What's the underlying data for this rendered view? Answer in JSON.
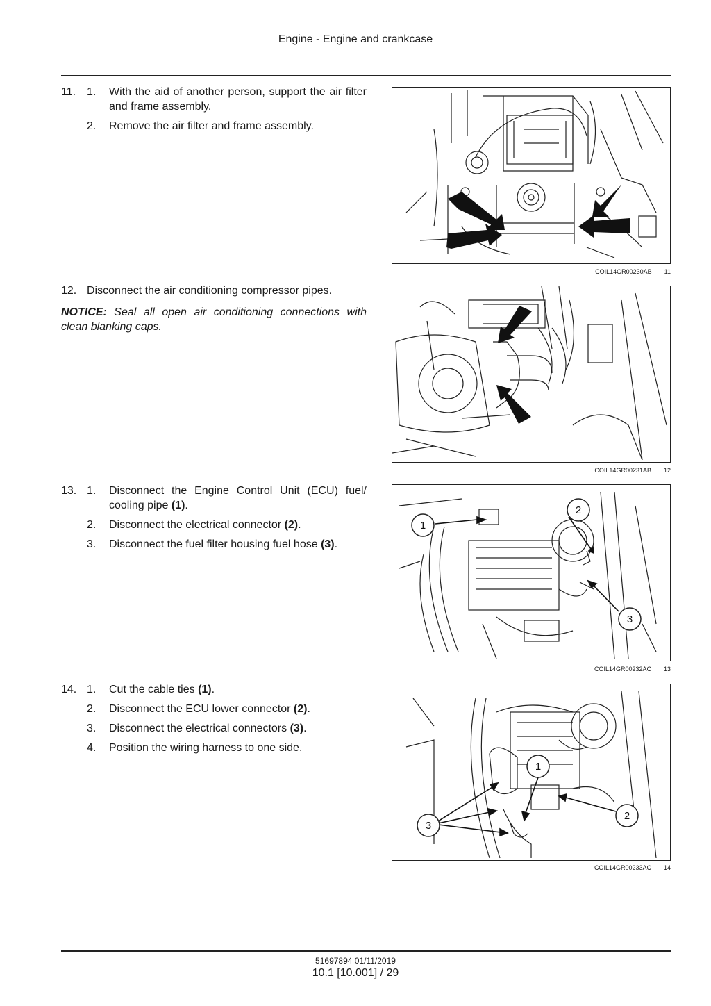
{
  "header": {
    "title": "Engine - Engine and crankcase"
  },
  "steps": [
    {
      "number": "11.",
      "substeps": [
        {
          "sub": "1.",
          "pre": "With the aid of another person, support the air filter and frame assembly.",
          "ref": "",
          "post": ""
        },
        {
          "sub": "2.",
          "pre": "Remove the air filter and frame assembly.",
          "ref": "",
          "post": ""
        }
      ],
      "figure": {
        "code": "COIL14GR00230AB",
        "num": "11"
      }
    },
    {
      "number": "12.",
      "text": "Disconnect the air conditioning compressor pipes.",
      "notice_label": "NOTICE:",
      "notice_text": "Seal all open air conditioning connections with clean blanking caps.",
      "figure": {
        "code": "COIL14GR00231AB",
        "num": "12"
      }
    },
    {
      "number": "13.",
      "substeps": [
        {
          "sub": "1.",
          "pre": "Disconnect the Engine Control Unit (ECU) fuel/ cooling pipe ",
          "ref": "(1)",
          "post": "."
        },
        {
          "sub": "2.",
          "pre": "Disconnect the electrical connector ",
          "ref": "(2)",
          "post": "."
        },
        {
          "sub": "3.",
          "pre": "Disconnect the fuel filter housing fuel hose ",
          "ref": "(3)",
          "post": "."
        }
      ],
      "figure": {
        "code": "COIL14GR00232AC",
        "num": "13",
        "callouts": [
          "1",
          "2",
          "3"
        ]
      }
    },
    {
      "number": "14.",
      "substeps": [
        {
          "sub": "1.",
          "pre": "Cut the cable ties ",
          "ref": "(1)",
          "post": "."
        },
        {
          "sub": "2.",
          "pre": "Disconnect the ECU lower connector ",
          "ref": "(2)",
          "post": "."
        },
        {
          "sub": "3.",
          "pre": "Disconnect the electrical connectors ",
          "ref": "(3)",
          "post": "."
        },
        {
          "sub": "4.",
          "pre": "Position the wiring harness to one side.",
          "ref": "",
          "post": ""
        }
      ],
      "figure": {
        "code": "COIL14GR00233AC",
        "num": "14",
        "callouts": [
          "1",
          "2",
          "3"
        ]
      }
    }
  ],
  "footer": {
    "doc": "51697894 01/11/2019",
    "page": "10.1 [10.001] / 29"
  }
}
